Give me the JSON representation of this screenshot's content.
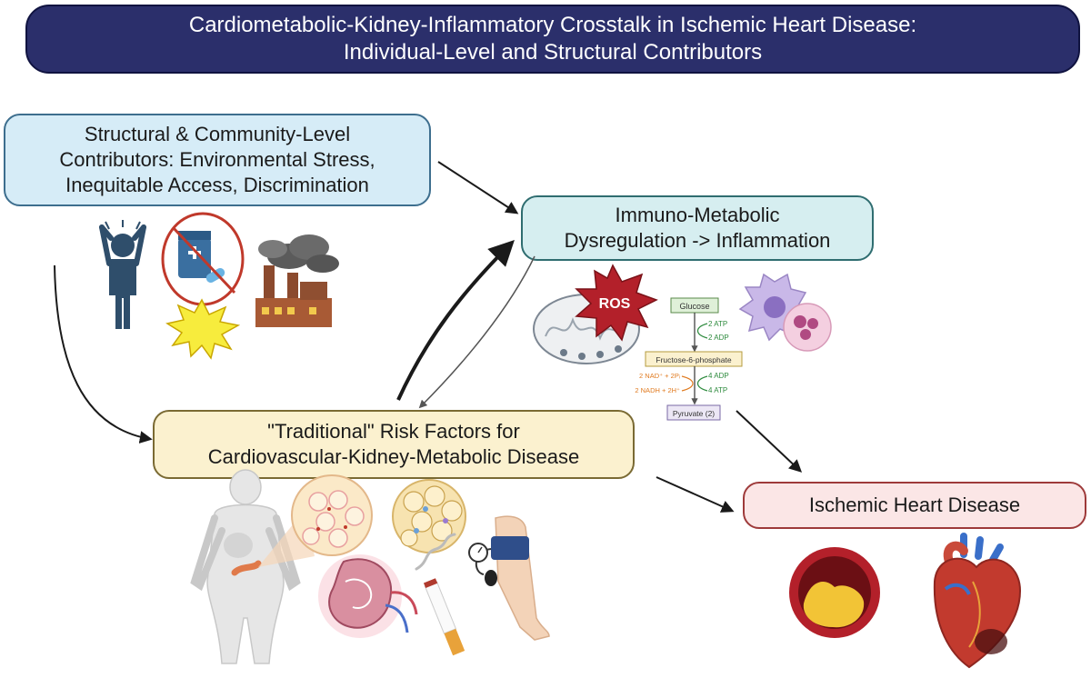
{
  "title": {
    "line1": "Cardiometabolic-Kidney-Inflammatory Crosstalk in Ischemic Heart Disease:",
    "line2": "Individual-Level and Structural Contributors"
  },
  "nodes": {
    "structural": {
      "line1": "Structural & Community-Level",
      "line2": "Contributors: Environmental Stress,",
      "line3": "Inequitable  Access, Discrimination"
    },
    "immuno": {
      "line1": "Immuno-Metabolic",
      "line2": "Dysregulation -> Inflammation"
    },
    "traditional": {
      "line1": "\"Traditional\" Risk Factors for",
      "line2": "Cardiovascular-Kidney-Metabolic Disease"
    },
    "ihd": {
      "line1": "Ischemic Heart Disease"
    }
  },
  "glycolysis": {
    "ros": "ROS",
    "glucose": "Glucose",
    "atp2": "2 ATP",
    "adp2": "2 ADP",
    "f6p": "Fructose-6-phosphate",
    "nad": "2 NAD⁺ + 2Pᵢ",
    "nadh": "2 NADH + 2H⁺",
    "adp4": "4 ADP",
    "atp4": "4 ATP",
    "pyruvate": "Pyruvate (2)"
  },
  "icons": [
    "stressed-person-icon",
    "no-medication-icon",
    "explosion-icon",
    "factory-pollution-icon",
    "mitochondrion-icon",
    "immune-cell-icon",
    "neutrophil-icon",
    "human-body-icon",
    "adipose-tissue-icon",
    "fat-cells-icon",
    "blood-pressure-cuff-icon",
    "kidney-icon",
    "cigarette-icon",
    "artery-plaque-icon",
    "heart-icon"
  ],
  "colors": {
    "title_bg": "#2b2f6b",
    "structural_bg": "#d6ecf7",
    "immuno_bg": "#d6eef0",
    "traditional_bg": "#fbf1cf",
    "ihd_bg": "#fbe6e6"
  }
}
